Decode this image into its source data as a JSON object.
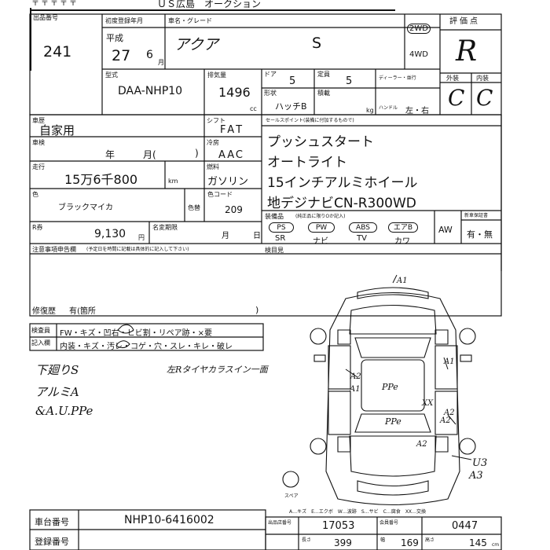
{
  "header": {
    "top_left_marks": "〒〒〒〒〒",
    "top_title": "ＵＳ広島　オークション",
    "lot_label": "出品番号",
    "lot_number": "241",
    "first_reg_label": "初度登録年月",
    "era": "平成",
    "year": "27",
    "month": "6",
    "month_unit": "月",
    "model_grade_label": "車名・グレード",
    "model_name": "アクア",
    "grade": "S",
    "drive_2wd": "2WD",
    "drive_4wd": "4WD",
    "score_label": "評価点",
    "score": "R",
    "ext_label": "外装",
    "int_label": "内装",
    "ext_score": "C",
    "int_score": "C"
  },
  "specs": {
    "model_code_label": "型式",
    "model_code": "DAA-NHP10",
    "displacement_label": "排気量",
    "displacement": "1496",
    "cc_unit": "cc",
    "doors_label": "ドア",
    "doors": "5",
    "capacity_label": "定員",
    "capacity": "5",
    "dealer_label": "ディーラー・並行",
    "shape_label": "形状",
    "shape": "ハッチB",
    "load_label": "積載",
    "kg_unit": "kg",
    "handle_label": "ハンドル",
    "handle": "左・右"
  },
  "left": {
    "usage_label": "車歴",
    "usage": "自家用",
    "shift_label": "シフト",
    "shift": "FAT",
    "inspection_label": "車検",
    "inspection_year": "年",
    "inspection_month": "月(",
    "inspection_paren": ")",
    "aircon_label": "冷房",
    "aircon": "AAC",
    "mileage_label": "走行",
    "mileage": "15万6千800",
    "km_unit": "km",
    "fuel_label": "燃料",
    "fuel": "ガソリン",
    "color_label": "色",
    "color": "ブラックマイカ",
    "color_change_label": "色替",
    "color_code_label": "色コード",
    "color_code": "209",
    "recycle_label": "R券",
    "recycle_amount": "9,130",
    "yen_unit": "円",
    "name_change_label": "名変期限",
    "deadline_month": "月",
    "deadline_day": "日",
    "notes_label": "注意事項申告欄",
    "notes_sub": "(予定日を時間に記載は具体的に記入して下さい)",
    "repair_label": "修復歴",
    "repair_value": "有(箇所",
    "repair_close": ")"
  },
  "selling_points": {
    "label": "セールスポイント(装備に付加するもので)",
    "lines": [
      "プッシュスタート",
      "オートライト",
      "15インチアルミホイール",
      "地デジナビCN-R300WD"
    ]
  },
  "equipment": {
    "label": "装備品",
    "sub": "(純正品に限りOか記入)",
    "items": [
      "PS",
      "PW",
      "ABS",
      "エアB"
    ],
    "items_bottom": [
      "SR",
      "ナビ",
      "TV",
      "カワ"
    ],
    "aw": "AW",
    "new_car_label": "新車保証書",
    "new_car_value": "有・無"
  },
  "inspector": {
    "label": "検査員",
    "label2": "記入欄",
    "row1": "FW・キズ・凹右・ヒビ割・リペア跡・×要",
    "row2": "内装・キズ・汚レ・コゲ・穴・スレ・キレ・破レ",
    "hand_notes": [
      "下廻りS",
      "アルミA",
      "&A.U.PPe"
    ],
    "hand_right_note": "左Rタイヤカラスイン一面",
    "diagram_label": "検目見",
    "marks": [
      "A1",
      "A1",
      "A1",
      "A2",
      "A2",
      "PPe",
      "XX",
      "A2",
      "A2",
      "PPe",
      "U3",
      "A3"
    ],
    "spare_label": "スペア"
  },
  "legend": {
    "text": "A…キズ　E…エクボ　W…波跡　S…サビ　C…腐食　XX…交換"
  },
  "footer": {
    "chassis_label": "車台番号",
    "chassis": "NHP10-6416002",
    "reg_label": "登録番号",
    "exhibitor_label": "出品店番号",
    "exhibitor": "17053",
    "member_label": "会員番号",
    "member": "0447",
    "length_label": "長さ",
    "length": "399",
    "width_label": "幅",
    "width": "169",
    "height_label": "高さ",
    "height": "145",
    "cm_unit": "cm"
  }
}
